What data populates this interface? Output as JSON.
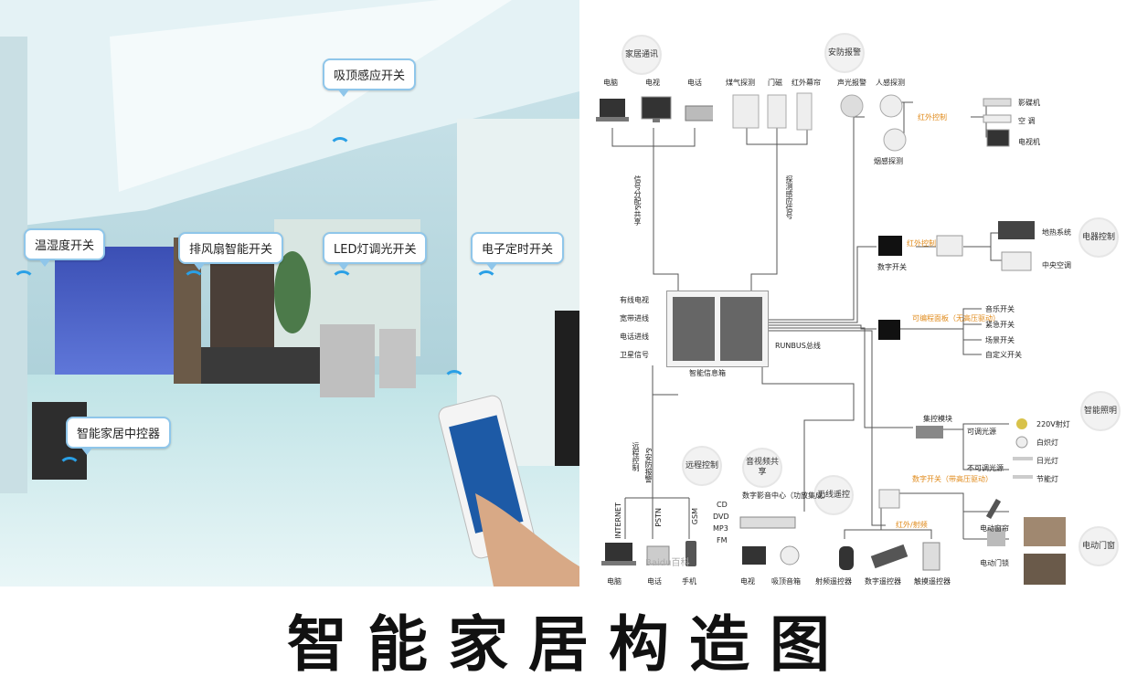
{
  "title": "智能家居构造图",
  "photo": {
    "callouts": [
      "吸顶感应开关",
      "温湿度开关",
      "排风扇智能开关",
      "LED灯调光开关",
      "电子定时开关",
      "智能家居中控器"
    ]
  },
  "diagram": {
    "groups": {
      "home_comm": "家居通讯",
      "security": "安防报警",
      "appliance_ctrl": "电器控制",
      "smart_light": "智能照明",
      "remote": "远程控制",
      "av_share": "音视频共享",
      "wireless": "无线遥控",
      "curtain": "电动门窗"
    },
    "home_comm_devices": [
      "电脑",
      "电视",
      "电话"
    ],
    "security_devices": [
      "煤气探测",
      "门磁",
      "红外幕帘",
      "声光报警",
      "人感探测",
      "烟感探测"
    ],
    "ir_devices": [
      "影碟机",
      "空 调",
      "电视机"
    ],
    "heating_devices": [
      "地热系统",
      "中央空调"
    ],
    "scene_switches": [
      "音乐开关",
      "紧急开关",
      "场景开关",
      "自定义开关"
    ],
    "lighting": [
      "220V射灯",
      "白炽灯",
      "日光灯",
      "节能灯"
    ],
    "light_sources": [
      "可调光源",
      "不可调光源"
    ],
    "hub_inputs": [
      "有线电视",
      "宽带进线",
      "电话进线",
      "卫星信号"
    ],
    "hub_name": "智能信息箱",
    "bus": "RUNBUS总线",
    "signal_share": "信号分配&共享",
    "detect_signal": "探测感应信号",
    "ir_ctrl_1": "红外控制",
    "ir_ctrl_2": "红外控制",
    "ir_relay": "红外/射频",
    "dimmer_module": "可编程面板（无高压驱动）",
    "digital_switch_panel": "数字开关（带高压驱动）",
    "digital_switch": "数字开关",
    "central_module": "集控模块",
    "remote_lines": [
      "INTERNET",
      "PSTN",
      "GSM"
    ],
    "remote_devices": [
      "电脑",
      "电话",
      "手机"
    ],
    "remote_ctrl_label": "远程控制",
    "security_alarm_label": "&安防报警",
    "av_sources": [
      "CD",
      "DVD",
      "MP3",
      "FM"
    ],
    "av_center": "数字影音中心（功放集成）",
    "av_outputs": [
      "电视",
      "吸顶音箱"
    ],
    "remotes": [
      "射频遥控器",
      "数字遥控器",
      "触摸遥控器"
    ],
    "curtain_devices": [
      "电动窗帘",
      "电动门锁"
    ],
    "watermark": "Baidu百科"
  }
}
